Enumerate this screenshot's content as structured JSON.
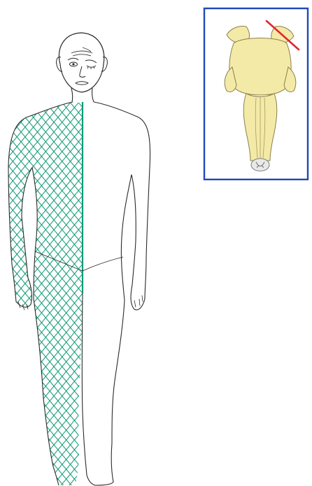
{
  "figure": {
    "body_figure": {
      "shaded_side": "left",
      "hatch_color": "#129a78",
      "outline_color": "#2a2a2a",
      "facial_features": [
        "forehead-wrinkles",
        "closed-right-eye",
        "open-left-eye"
      ]
    },
    "inset": {
      "frame_color": "#2148b8",
      "brainstem_fill": "#f4eaa7",
      "lesion_marker_color": "#e0272d"
    }
  }
}
